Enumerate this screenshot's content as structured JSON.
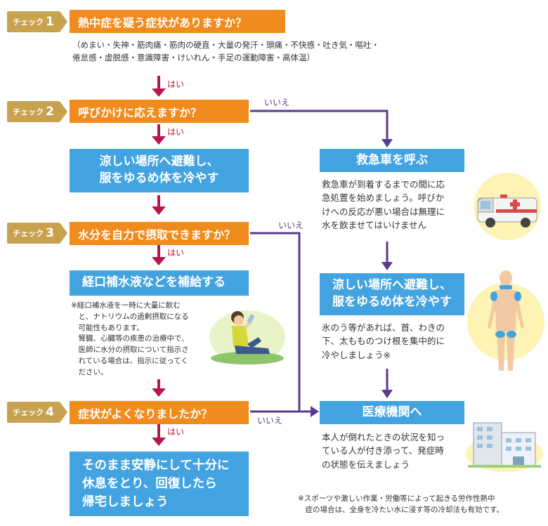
{
  "check_label": "チェック",
  "check1": {
    "num": "1",
    "question": "熱中症を疑う症状がありますか？",
    "symptoms": "（めまい・失神・筋肉痛・筋肉の硬直・大量の発汗・頭痛・不快感・吐き気・嘔吐・\n倦怠感・虚脱感・意識障害・けいれん・手足の運動障害・高体温）"
  },
  "check2": {
    "num": "2",
    "question": "呼びかけに応えますか？"
  },
  "check3": {
    "num": "3",
    "question": "水分を自力で摂取できますか？"
  },
  "check4": {
    "num": "4",
    "question": "症状がよくなりましたか？"
  },
  "yes": "はい",
  "no": "いいえ",
  "left_action1": "涼しい場所へ避難し、\n服をゆるめ体を冷やす",
  "left_action2": {
    "title": "経口補水液などを補給する",
    "note": "※経口補水液を一時に大量に飲む\n　と、ナトリウムの過剰摂取になる\n　可能性もあります。\n　腎臓、心臓等の疾患の治療中で、\n　医師に水分の摂取について指示さ\n　れている場合は、指示に従ってく\n　ださい。"
  },
  "final_box": "そのまま安静にして十分に\n休息をとり、回復したら\n帰宅しましょう",
  "right_ambulance": {
    "title": "救急車を呼ぶ",
    "text": "救急車が到着するまでの間に応\n急処置を始めましょう。呼びか\nけへの反応が悪い場合は無理に\n水を飲ませてはいけません"
  },
  "right_cool": {
    "title": "涼しい場所へ避難し、\n服をゆるめ体を冷やす",
    "text": "氷のう等があれば、首、わきの\n下、太もものつけ根を集中的に\n冷やしましょう※"
  },
  "right_hospital": {
    "title": "医療機関へ",
    "text": "本人が倒れたときの状況を知っ\nている人が付き添って、発症時\nの状態を伝えましょう"
  },
  "footnote": "※スポーツや激しい作業・労働等によって起きる労作性熱中\n　症の場合は、全身を冷たい水に浸す等の冷却法も有効です。",
  "colors": {
    "check_tag": "#c8a24e",
    "question": "#f08c1e",
    "action": "#43a3e0",
    "yes_arrow": "#b5174d",
    "no_arrow": "#5a3a8c"
  }
}
